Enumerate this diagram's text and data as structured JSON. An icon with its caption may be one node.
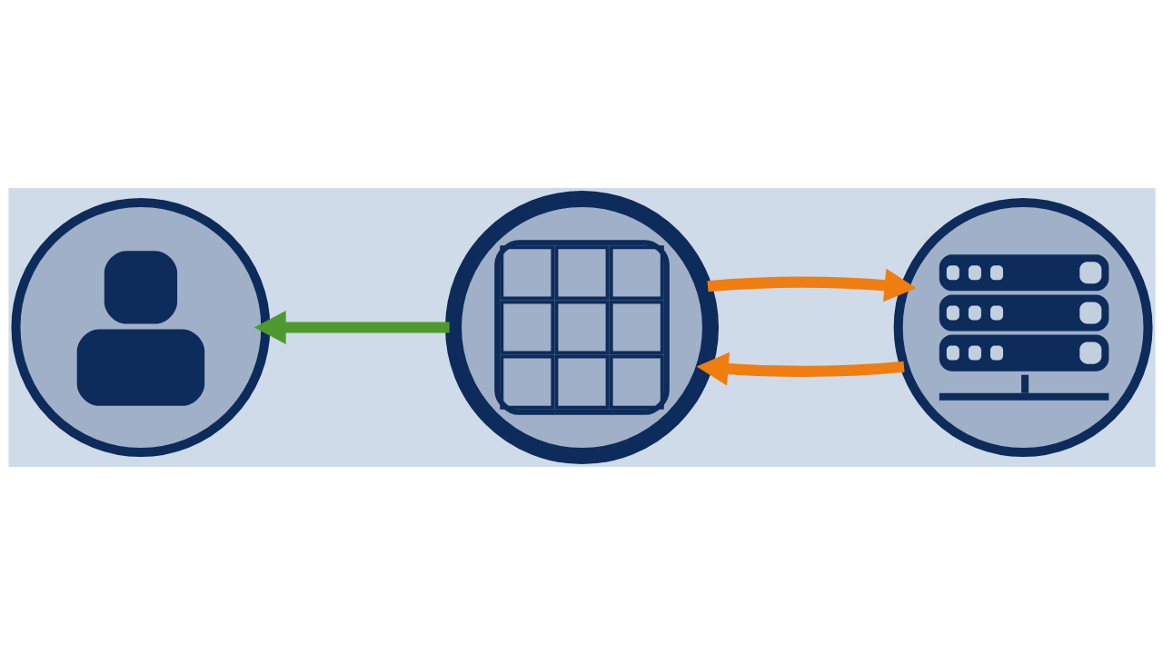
{
  "diagram": {
    "nodes": [
      {
        "text": [],
        "shape": "person"
      },
      {
        "text": [],
        "shape": "globe"
      },
      {
        "text": [],
        "shape": "server"
      }
    ],
    "edges": [
      {
        "from": 1,
        "to": 0,
        "arrow": "to",
        "color": "#4e9a2f"
      },
      {
        "from": 1,
        "to": 2,
        "arrow": "to"
      },
      {
        "from": 2,
        "to": 1,
        "arrow": "to"
      }
    ]
  }
}
